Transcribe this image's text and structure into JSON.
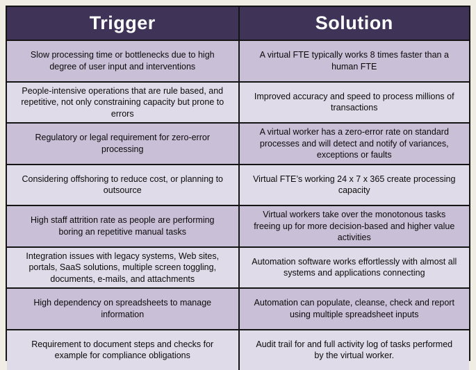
{
  "colors": {
    "page_bg": "#f0ede5",
    "border": "#141414",
    "header_bg": "#3f3457",
    "header_text": "#ffffff",
    "row_odd_bg": "#c9bfd7",
    "row_even_bg": "#dfdbe8",
    "body_text": "#0a0a0a"
  },
  "table": {
    "headers": [
      {
        "label": "Trigger"
      },
      {
        "label": "Solution"
      }
    ],
    "rows": [
      {
        "trigger": "Slow processing time or bottlenecks due to high degree of user input and interventions",
        "solution": "A virtual FTE typically works 8 times faster than a human FTE"
      },
      {
        "trigger": "People-intensive operations that are rule based, and repetitive, not only constraining capacity but prone to errors",
        "solution": "Improved accuracy and speed to process millions of transactions"
      },
      {
        "trigger": "Regulatory or legal requirement for zero-error processing",
        "solution": "A virtual worker has a zero-error rate on standard processes and will detect and notify of variances, exceptions or faults"
      },
      {
        "trigger": "Considering offshoring to reduce cost, or planning to outsource",
        "solution": "Virtual FTE’s working 24 x 7 x 365 create processing capacity"
      },
      {
        "trigger": "High staff attrition rate as people are performing boring an repetitive manual tasks",
        "solution": "Virtual workers take over the monotonous tasks freeing up for more decision-based and higher value activities"
      },
      {
        "trigger": "Integration issues with legacy systems, Web sites, portals, SaaS solutions, multiple screen toggling, documents, e-mails, and attachments",
        "solution": "Automation software works effortlessly with almost all systems and applications connecting"
      },
      {
        "trigger": "High dependency on spreadsheets to manage information",
        "solution": "Automation can populate, cleanse, check and report using multiple spreadsheet inputs"
      },
      {
        "trigger": "Requirement to document steps and checks for example for compliance obligations",
        "solution": "Audit trail for and full activity log of tasks performed by the virtual worker."
      }
    ]
  }
}
